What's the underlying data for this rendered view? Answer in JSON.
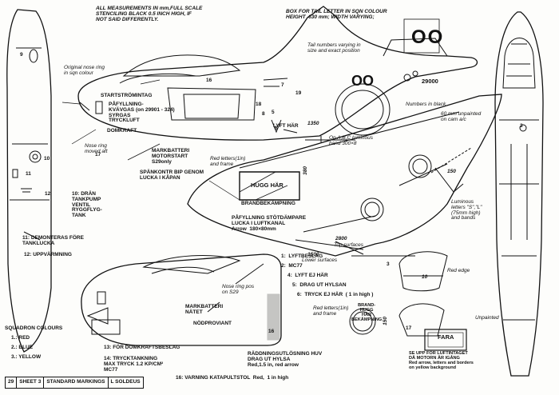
{
  "notes": {
    "measurements": "ALL MEASUREMENTS IN mm,FULL SCALE\nSTENCILING BLACK 0.5 INCH HIGH, IF\nNOT SAID DIFFERENTLY.",
    "tail_box": "BOX FOR TAIL LETTER IN SQN COLOUR\nHEIGHT  630 mm; WIDTH VARYING;",
    "tail_numbers": "Tail numbers varying in\nsize and exact position",
    "serial": "29000",
    "numbers_black": "Numbers in black",
    "nose_ring_sqn": "Original nose ring\nin sqn colour",
    "nose_ring_moved": "Nose ring\nmoved aft",
    "nose_ring_s29": "Nose ring pos\non S29",
    "unpainted_60": "60 mm unpainted\non cam a/c",
    "luminous_band": "On A,B,C luminous\nband 300×8",
    "luminous_letters": "Luminous\nletters \"S\",\"L\"\n(75mm high)\nand bands",
    "red_letters_frame": "Red letters(1in)\nand frame",
    "red_letters_frame2": "Red letters(1in)\nand frame",
    "red_edge": "Red edge",
    "unpainted": "Unpainted",
    "top_surfaces": "Top surfaces",
    "lower_surfaces": "Lower surfaces"
  },
  "labels": {
    "startstromintag": "STARTSTRÖMINTAG",
    "pafyllning_kvavgas": "PÅFYLLNING-\nKVÄVGAS (on 29901 - 324)\nSYRGAS\nTRYCKLUFT",
    "domkraft": "DOMKRAFT",
    "markbatteri_motorstart": "MARKBATTERI\nMOTORSTART\nS29only",
    "spanskont": "SPÄNKONTR BIP GENOM\nLUCKA I KÅPAN",
    "dran": "10: DRÄN\nTANKPUMP\nVENTIL\nRYGGFLYG-\nTANK",
    "demonteras": "11: DEMONTERAS FÖRE\nTANKLUCKA",
    "uppvarmning": "12: UPPVÄRMNING",
    "hugg_har": "HUGG HÄR",
    "brandbekampning": "BRANDBEKÄMPNING",
    "pafyllning_stotdampare": "PÅFYLLNING STÖTDÄMPARE\nLUCKA I LUFTKANAL\nArrow  180×80mm",
    "lyft_har_side": "LYFT HÄR",
    "markbatteri_natet": "MARKBATTERI\nNÄTET",
    "nodproviant": "NÖDPROVIANT",
    "domkraftsbeslag": "13: FÖR DOMKRAFTSBESLAG",
    "trycktankning": "14: TRYCKTANKNING\nMAX TRYCK 1.2 KP/CM²\nMC77",
    "raddning": "RÄDDNINGSUTLÖSNING HUV\nDRAG UT HYLSA\nRed,1.5 in, red arrow",
    "varning": "16: VARNING KATAPULTSTOL  Red,  1 in high",
    "fara_box": "FARA",
    "se_upp": "SE UPP FÖR LUFTINTAGET\nDÅ MOTORN ÄR IGÅNG\nRed arrow, letters and borders\non yellow background",
    "brand_hugg_har": "BRAND-\nHUGG\nHÄR\nBEKÄMPNING",
    "dim_1350": "1350",
    "dim_380": "380",
    "dim_2800": "2800",
    "dim_1500": "1500",
    "dim_150a": "150",
    "dim_150b": "150",
    "dim_10": "10",
    "tail_letters": "OO",
    "num_5": "5",
    "num_6": "6",
    "num_7": "7",
    "num_8": "8",
    "num_9": "9",
    "num_10": "10",
    "num_11": "11",
    "num_12": "12",
    "num_16": "16",
    "num_17": "17",
    "num_18": "18",
    "num_19": "19",
    "num_3": "3",
    "num_3b": "3",
    "num_16b": "16",
    "num_17b": "17"
  },
  "legend_items": [
    "1:  LYFTBESLAG",
    "2:  MC77",
    "4:  LYFT EJ HÄR",
    "5:  DRAG UT HYLSAN",
    "6:  TRYCK EJ HÄR  ( 1 in high )"
  ],
  "squadron": {
    "title": "SQUADRON COLOURS",
    "items": [
      "1.: RED",
      "2.: BLUE",
      "3.: YELLOW"
    ]
  },
  "titlebar": [
    "29",
    "SHEET 3",
    "STANDARD MARKINGS",
    "L SOLDEUS"
  ]
}
